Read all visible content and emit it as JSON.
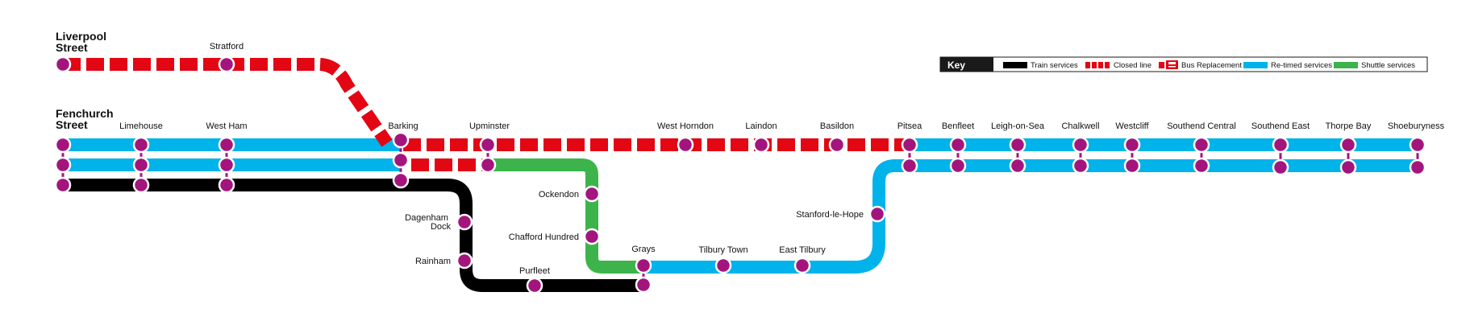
{
  "colors": {
    "train": "#000000",
    "closed": "#e30613",
    "retimed": "#00b3ea",
    "shuttle": "#3cb44b",
    "station": "#a3157d",
    "key_header_bg": "#1a1a1a"
  },
  "key": {
    "title": "Key",
    "items": [
      {
        "type": "train",
        "label": "Train services"
      },
      {
        "type": "closed",
        "label": "Closed line"
      },
      {
        "type": "bus",
        "label": "Bus Replacement"
      },
      {
        "type": "retimed",
        "label": "Re-timed services"
      },
      {
        "type": "shuttle",
        "label": "Shuttle services"
      }
    ]
  },
  "terminals": {
    "liverpool_street": "Liverpool Street",
    "fenchurch_street": "Fenchurch Street"
  },
  "stations": {
    "stratford": "Stratford",
    "limehouse": "Limehouse",
    "west_ham": "West Ham",
    "barking": "Barking",
    "upminster": "Upminster",
    "west_horndon": "West Horndon",
    "laindon": "Laindon",
    "basildon": "Basildon",
    "pitsea": "Pitsea",
    "benfleet": "Benfleet",
    "leigh_on_sea": "Leigh-on-Sea",
    "chalkwell": "Chalkwell",
    "westcliff": "Westcliff",
    "southend_central": "Southend Central",
    "southend_east": "Southend East",
    "thorpe_bay": "Thorpe Bay",
    "shoeburyness": "Shoeburyness",
    "ockendon": "Ockendon",
    "chafford_hundred": "Chafford Hundred",
    "dagenham_dock": "Dagenham Dock",
    "rainham": "Rainham",
    "purfleet": "Purfleet",
    "grays": "Grays",
    "tilbury_town": "Tilbury Town",
    "east_tilbury": "East Tilbury",
    "stanford_le_hope": "Stanford-le-Hope"
  }
}
